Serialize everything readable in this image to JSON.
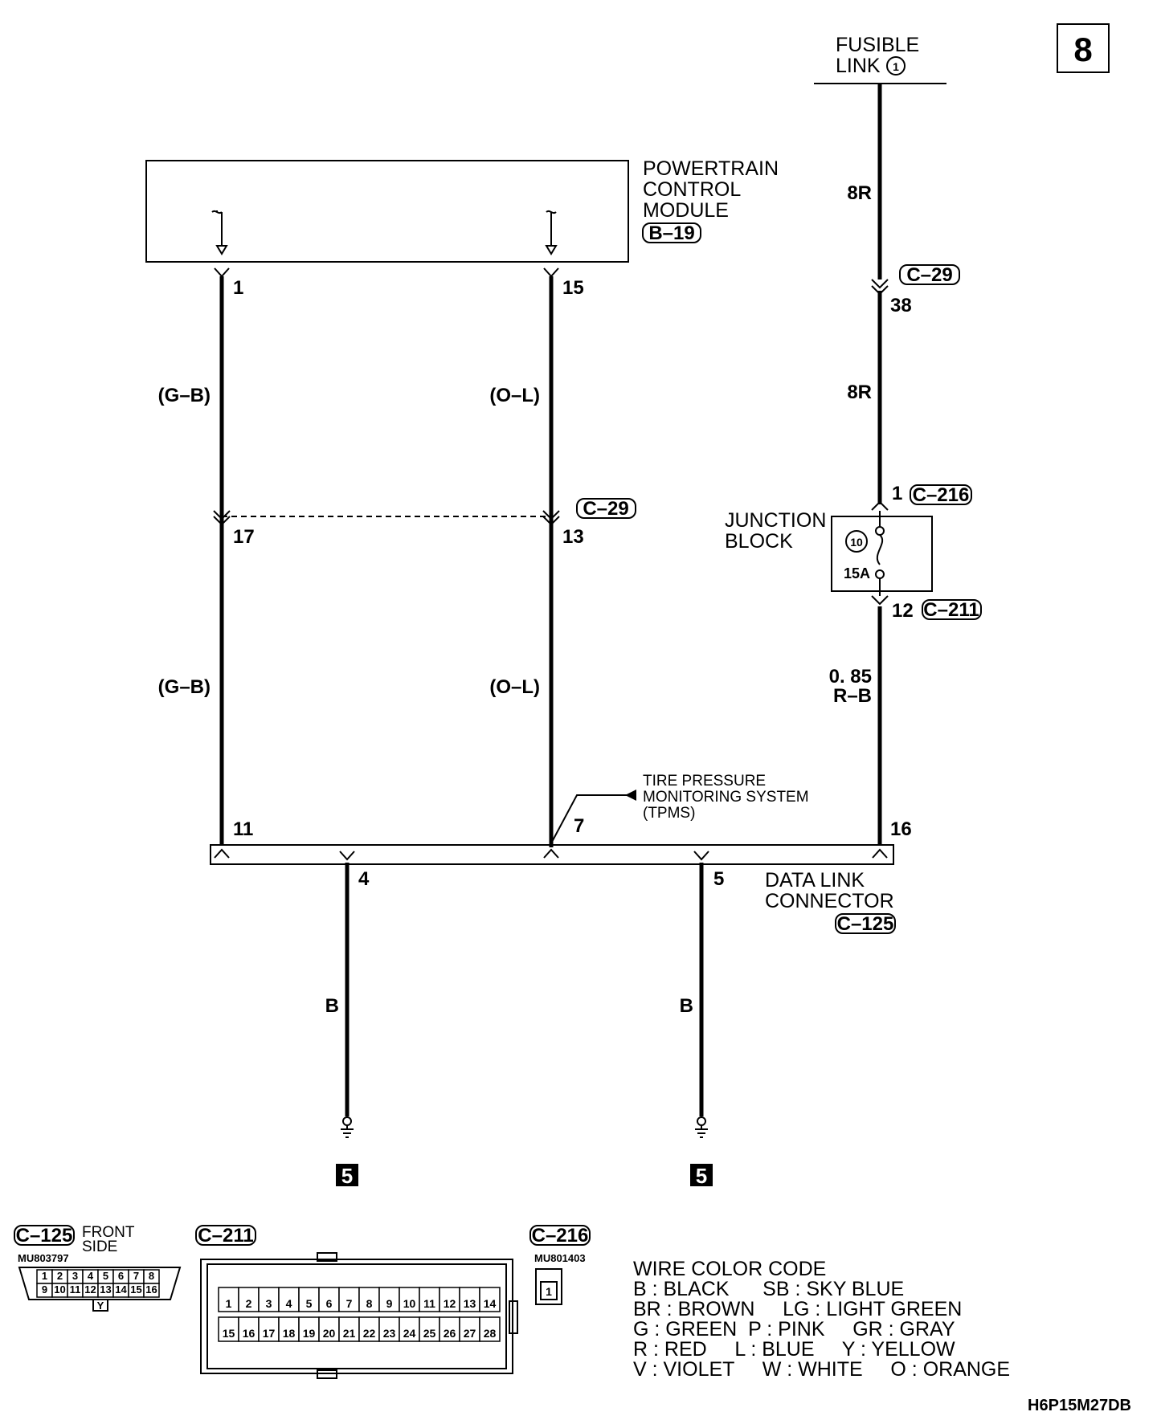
{
  "page_number": "8",
  "fusible_link": {
    "line1": "FUSIBLE",
    "line2": "LINK",
    "number": "1"
  },
  "pcm": {
    "line1": "POWERTRAIN",
    "line2": "CONTROL",
    "line3": "MODULE",
    "connector": "B–19",
    "pin_left": "1",
    "pin_right": "15"
  },
  "wires": {
    "left_upper": "(G–B)",
    "left_lower": "(G–B)",
    "mid_upper": "(O–L)",
    "mid_lower": "(O–L)",
    "right_upper": "8R",
    "right_middle": "8R",
    "right_lower_1": "0. 85",
    "right_lower_2": "R–B",
    "ground_left": "B",
    "ground_right": "B"
  },
  "connectors": {
    "c29_mid": {
      "label": "C–29",
      "pin_left": "17",
      "pin_right": "13"
    },
    "c29_right": {
      "label": "C–29",
      "pin": "38"
    },
    "c216": {
      "label": "C–216",
      "pin": "1"
    },
    "c211": {
      "label": "C–211",
      "pin": "12"
    }
  },
  "junction_block": {
    "line1": "JUNCTION",
    "line2": "BLOCK",
    "fuse_number": "10",
    "fuse_rating": "15A"
  },
  "tpms": {
    "line1": "TIRE PRESSURE",
    "line2": "MONITORING SYSTEM",
    "line3": "(TPMS)"
  },
  "dlc": {
    "line1": "DATA LINK",
    "line2": "CONNECTOR",
    "connector": "C–125",
    "pins": {
      "p11": "11",
      "p7": "7",
      "p16": "16",
      "p4": "4",
      "p5": "5"
    }
  },
  "ground_marks": {
    "left": "5",
    "right": "5"
  },
  "connector_views": {
    "c125": {
      "label": "C–125",
      "side_line1": "FRONT",
      "side_line2": "SIDE",
      "part": "MU803797",
      "row1": [
        "1",
        "2",
        "3",
        "4",
        "5",
        "6",
        "7",
        "8"
      ],
      "row2": [
        "9",
        "10",
        "11",
        "12",
        "13",
        "14",
        "15",
        "16"
      ],
      "color": "Y"
    },
    "c211": {
      "label": "C–211",
      "row1": [
        "1",
        "2",
        "3",
        "4",
        "5",
        "6",
        "7",
        "8",
        "9",
        "10",
        "11",
        "12",
        "13",
        "14"
      ],
      "row2": [
        "15",
        "16",
        "17",
        "18",
        "19",
        "20",
        "21",
        "22",
        "23",
        "24",
        "25",
        "26",
        "27",
        "28"
      ]
    },
    "c216": {
      "label": "C–216",
      "part": "MU801403",
      "pin": "1"
    }
  },
  "wire_color_code": {
    "title": "WIRE COLOR CODE",
    "lines": [
      "B : BLACK      SB : SKY BLUE",
      "BR : BROWN     LG : LIGHT GREEN",
      "G : GREEN  P : PINK     GR : GRAY",
      "R : RED     L : BLUE     Y : YELLOW",
      "V : VIOLET     W : WHITE     O : ORANGE"
    ]
  },
  "diagram_code": "H6P15M27DB"
}
